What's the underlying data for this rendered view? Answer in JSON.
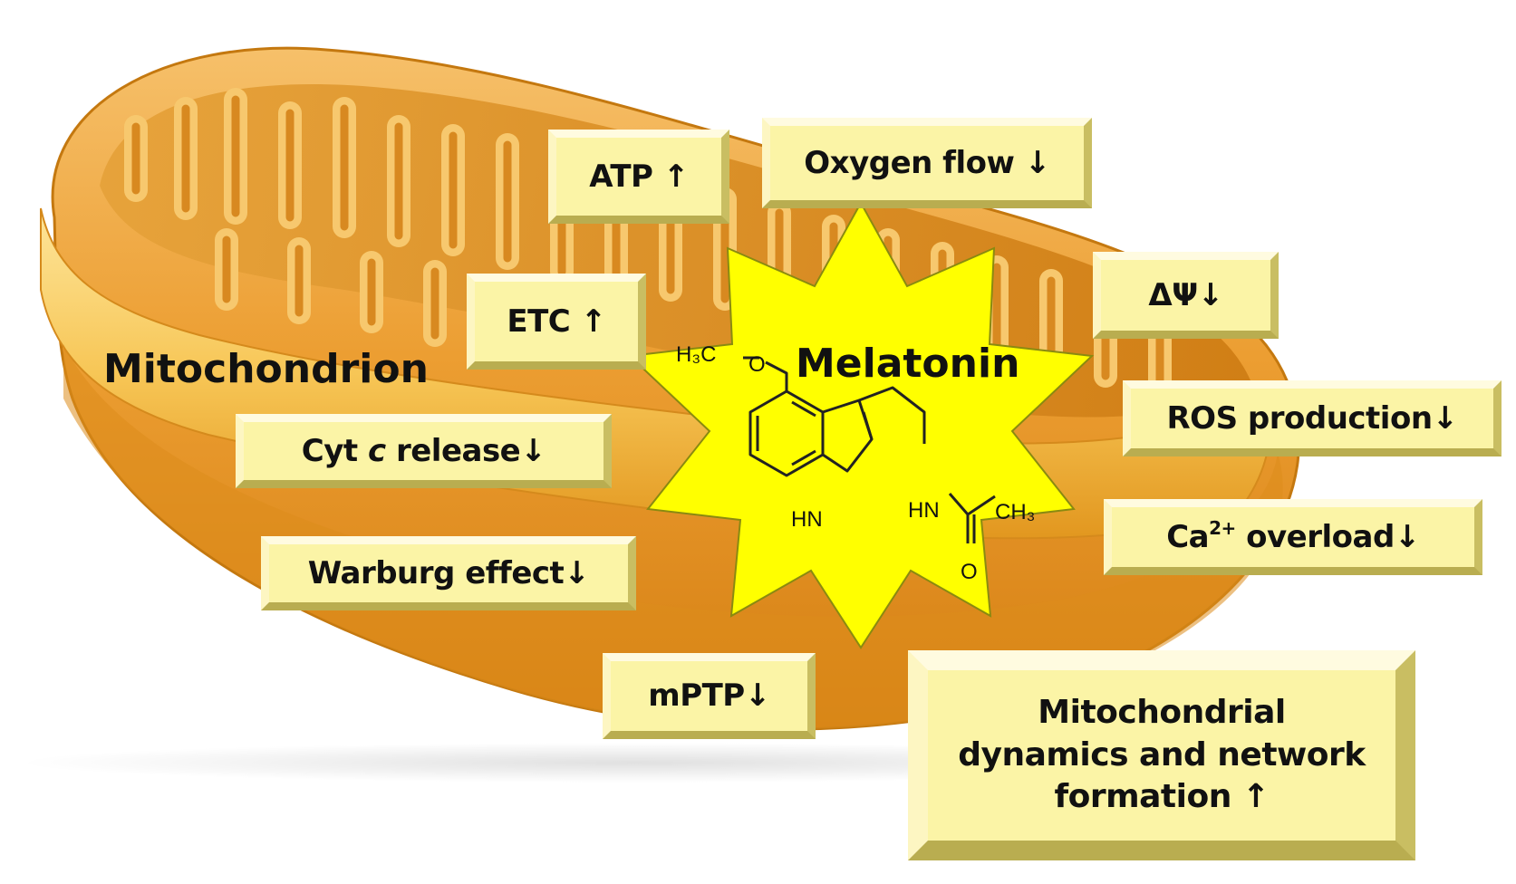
{
  "title_label": "Mitochondrion",
  "center_label": "Melatonin",
  "molecule": {
    "methoxy": "H₃C",
    "methoxy_o": "O",
    "indole_nh": "HN",
    "amide_nh": "HN",
    "acetyl_ch3": "CH₃",
    "carbonyl_o": "O"
  },
  "effects": {
    "atp": "ATP ↑",
    "oxygen_flow": "Oxygen flow ↓",
    "etc": "ETC ↑",
    "delta_psi": "ΔΨ↓",
    "cyt_c_prefix": "Cyt ",
    "cyt_c_italic": "c",
    "cyt_c_suffix": " release↓",
    "ros": "ROS production↓",
    "warburg": "Warburg effect↓",
    "ca_prefix": "Ca",
    "ca_sup": "2+",
    "ca_suffix": " overload↓",
    "mptp": "mPTP↓",
    "dynamics": "Mitochondrial dynamics and network formation ↑"
  },
  "colors": {
    "mito_outer": "#e89a2a",
    "mito_inner": "#d4861d",
    "crista": "#f5c061",
    "star": "#ffff00",
    "box": "#fbf4a6"
  }
}
